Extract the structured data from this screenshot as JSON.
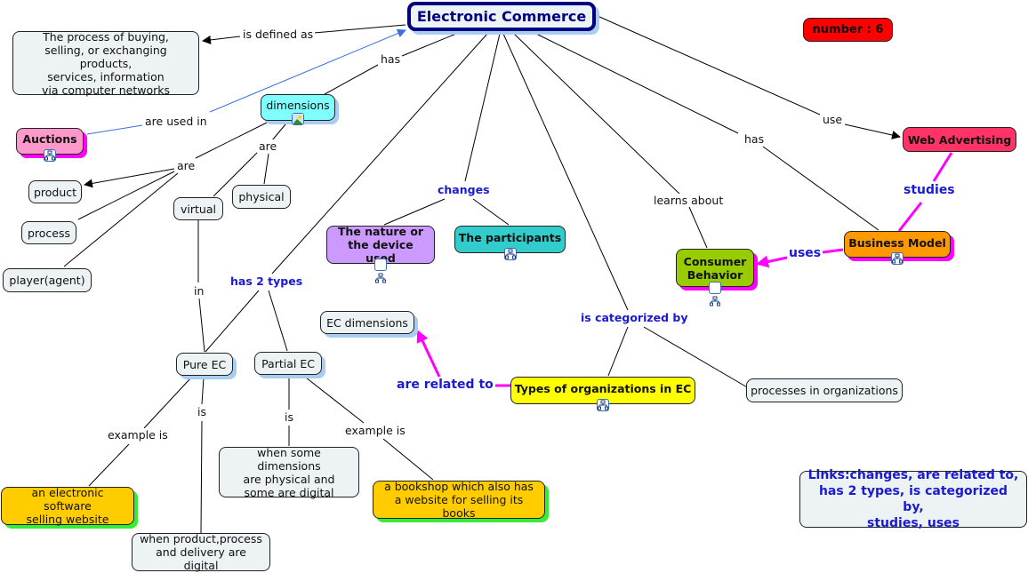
{
  "map": {
    "main_concept": "Electronic Commerce",
    "badge": "number : 6",
    "nodes": {
      "definition": "The process of buying,\nselling, or exchanging products,\nservices, information\nvia computer networks",
      "dimensions": "dimensions",
      "auctions": "Auctions",
      "product": "product",
      "process": "process",
      "player": "player(agent)",
      "virtual": "virtual",
      "physical": "physical",
      "nature": "The nature or\nthe device used",
      "participants": "The participants",
      "web_advertising": "Web Advertising",
      "business_model": "Business Model",
      "consumer_behavior": "Consumer\nBehavior",
      "ec_dimensions": "EC dimensions",
      "types_org": "Types of organizations in EC",
      "processes_org": "processes in organizations",
      "pure_ec": "Pure EC",
      "partial_ec": "Partial EC",
      "partial_def": "when some dimensions\nare physical and\nsome are digital",
      "pure_def": "when product,process\nand delivery are digital",
      "pure_example": "an electronic software\nselling website",
      "partial_example": "a bookshop which also has\na website for selling its books",
      "links_note": "Links:changes, are related to,\nhas 2 types, is categorized by,\nstudies, uses"
    },
    "links": {
      "is_defined_as": "is defined as",
      "has_dimensions": "has",
      "are_used_in": "are used in",
      "are_left": "are",
      "are_right": "are",
      "in": "in",
      "has_2_types": "has 2 types",
      "changes": "changes",
      "learns_about": "learns about",
      "has_bm": "has",
      "use": "use",
      "studies": "studies",
      "uses": "uses",
      "is_categorized_by": "is categorized by",
      "are_related_to": "are related to",
      "pure_example_is": "example is",
      "pure_is": "is",
      "partial_is": "is",
      "partial_example_is": "example is"
    },
    "icons": {
      "submap": "concept-map-icon",
      "image": "image-icon"
    },
    "colors": {
      "main_border": "#000080",
      "main_text": "#000080",
      "link_blue": "#1a1ad0",
      "magenta_link": "#ff00ff",
      "badge_red": "#ff0000",
      "auctions_pink": "#ff99cc",
      "dimensions_cyan": "#80ffff",
      "nature_purple": "#cc99ff",
      "participants_teal": "#33cccc",
      "web_adv_red": "#ff3366",
      "business_orange": "#ff9900",
      "consumer_green": "#99cc00",
      "types_yellow": "#ffff00",
      "example_gold": "#ffcc00",
      "node_default": "#edf2f4"
    }
  }
}
